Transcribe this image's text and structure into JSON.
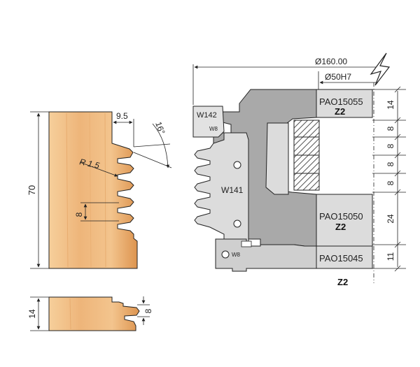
{
  "colors": {
    "wood_light": "#f3c48d",
    "wood_dark": "#d98e4e",
    "cutter_dark": "#a9a9a9",
    "cutter_light": "#dcdcdc",
    "outline": "#222222"
  },
  "workpiece": {
    "height_label": "70",
    "depth_label": "9.5",
    "angle_label": "16°",
    "radius_label": "R 1.5",
    "pitch_label": "8",
    "small_height_label": "14",
    "small_pitch_label": "8"
  },
  "tool": {
    "diameter_label": "Ø160.00",
    "bore_label": "Ø50H7",
    "parts": [
      {
        "code": "PAO15055",
        "z": "Z2",
        "height": "14"
      },
      {
        "code": "PAO15050",
        "z": "Z2",
        "height": "24"
      },
      {
        "code": "PAO15045",
        "z": "",
        "height": "11"
      }
    ],
    "spacer_heights": [
      "8",
      "8",
      "8",
      "8"
    ],
    "bottom_z": "Z2",
    "knife_labels": {
      "top": "W142",
      "main": "W141",
      "screw_top": "W8",
      "screw_bottom": "W8"
    }
  }
}
